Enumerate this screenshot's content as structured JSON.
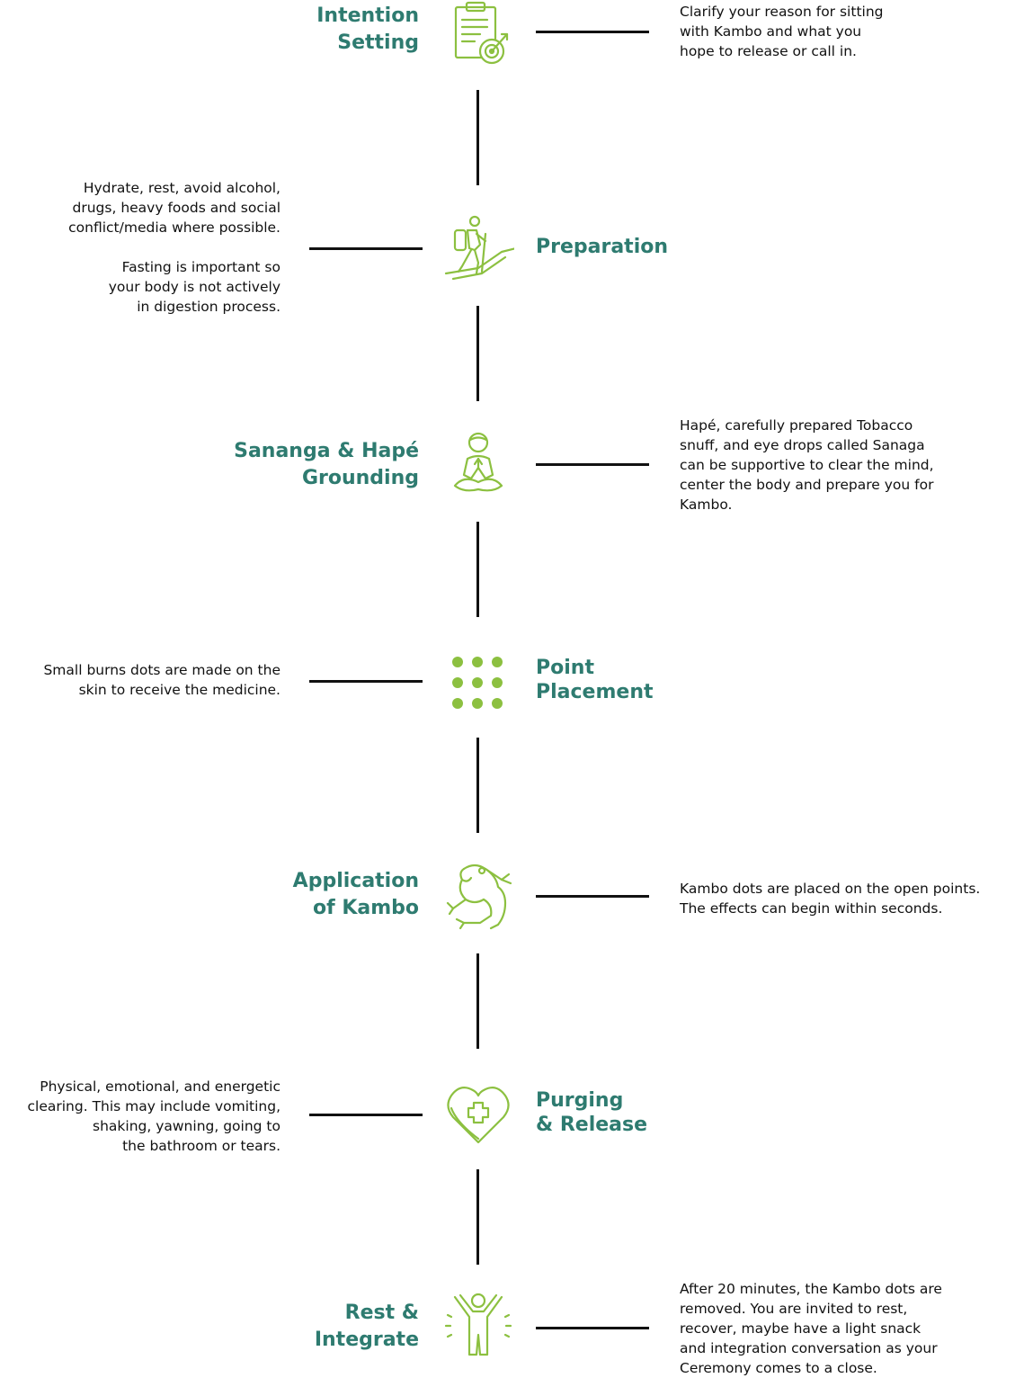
{
  "colors": {
    "title": "#2e7b70",
    "icon": "#8cc040",
    "line": "#111111",
    "text": "#111111"
  },
  "steps": [
    {
      "title": "Intention\nSetting",
      "description": "Clarify your reason for sitting\nwith Kambo and what you\nhope to release or call in.",
      "icon": "clipboard-target-icon"
    },
    {
      "title": "Preparation",
      "description": "Hydrate, rest, avoid alcohol,\ndrugs, heavy foods and social\nconflict/media where possible.\n\nFasting is important so\nyour body is not actively\nin digestion process.",
      "icon": "hiker-icon"
    },
    {
      "title": "Sananga & Hapé\nGrounding",
      "description": "Hapé, carefully prepared Tobacco\nsnuff, and eye drops called Sanaga\ncan be supportive to clear the mind,\ncenter the body and prepare you for\nKambo.",
      "icon": "meditation-icon"
    },
    {
      "title": "Point\nPlacement",
      "description": "Small burns dots are made on the\nskin to receive the medicine.",
      "icon": "dot-grid-icon"
    },
    {
      "title": "Application\nof Kambo",
      "description": "Kambo dots are placed on the open points.\nThe effects can begin within seconds.",
      "icon": "frog-icon"
    },
    {
      "title": "Purging\n& Release",
      "description": "Physical, emotional, and energetic\nclearing. This may include vomiting,\nshaking, yawning, going to\nthe bathroom or tears.",
      "icon": "heart-cross-icon"
    },
    {
      "title": "Rest &\nIntegrate",
      "description": "After 20 minutes, the Kambo dots are\nremoved. You are invited to rest,\nrecover, maybe have a light snack\nand integration conversation as your\nCeremony comes to a close.",
      "icon": "person-arms-up-icon"
    }
  ]
}
